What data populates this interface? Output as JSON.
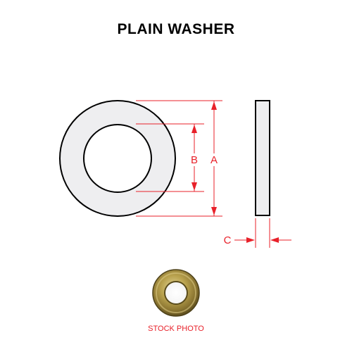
{
  "title": "PLAIN WASHER",
  "labels": {
    "a": "A",
    "b": "B",
    "c": "C"
  },
  "caption": "STOCK PHOTO",
  "colors": {
    "dimension": "#e8212a",
    "washer_fill": "#eeeef0",
    "outline": "#000000"
  }
}
